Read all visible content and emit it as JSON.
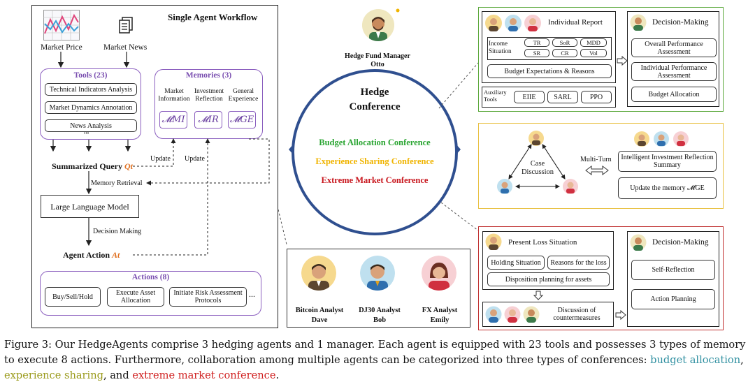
{
  "workflow": {
    "title": "Single Agent Workflow",
    "market_price": "Market Price",
    "market_news": "Market News",
    "tools_title": "Tools (23)",
    "tools": [
      "Technical Indicators Analysis",
      "Market Dynamics Annotation",
      "News Analysis"
    ],
    "tools_more": "•••",
    "memories_title": "Memories (3)",
    "memory_labels": [
      "Market Information",
      "Investment Reflection",
      "General Experience"
    ],
    "memory_symbols": [
      "𝓜MI",
      "𝓜IR",
      "𝓜GE"
    ],
    "update1": "Update",
    "update2": "Update",
    "summarized_query": "Summarized Query",
    "summarized_query_var": "Qt",
    "memory_retrieval": "Memory Retrieval",
    "llm": "Large Language Model",
    "decision_making": "Decision Making",
    "agent_action": "Agent Action",
    "agent_action_var": "At",
    "actions_title": "Actions (8)",
    "actions": [
      "Buy/Sell/Hold",
      "Execute Asset Allocation",
      "Initiate Risk Assessment Protocols"
    ],
    "actions_more": "..."
  },
  "center": {
    "manager_label": "Hedge Fund Manager",
    "manager_name": "Otto",
    "conference_title_1": "Hedge",
    "conference_title_2": "Conference",
    "budget": "Budget Allocation Conference",
    "experience": "Experience Sharing Conference",
    "extreme": "Extreme Market Conference",
    "colors": {
      "budget": "#2aa532",
      "experience": "#f0b400",
      "extreme": "#c8161d",
      "circle": "#2f4f8f"
    }
  },
  "analysts": [
    {
      "role": "Bitcoin Analyst",
      "name": "Dave"
    },
    {
      "role": "DJ30 Analyst",
      "name": "Bob"
    },
    {
      "role": "FX Analyst",
      "name": "Emily"
    }
  ],
  "budget_panel": {
    "individual_report": "Individual Report",
    "income_situation": "Income Situation",
    "metrics": [
      "TR",
      "SoR",
      "MDD",
      "SR",
      "CR",
      "Vol"
    ],
    "budget_expectations": "Budget Expectations & Reasons",
    "auxiliary_tools": "Auxiliary Tools",
    "tools": [
      "EIIE",
      "SARL",
      "PPO"
    ],
    "decision_title": "Decision-Making",
    "decisions": [
      "Overall Performance Assessment",
      "Individual Performance Assessment",
      "Budget Allocation"
    ]
  },
  "experience_panel": {
    "case_discussion": "Case Discussion",
    "multi_turn": "Multi-Turn",
    "summary": "Intelligent Investment Reflection Summary",
    "update_memory": "Update the memory 𝓜GE"
  },
  "extreme_panel": {
    "present_loss": "Present Loss Situation",
    "holding": "Holding Situation",
    "reasons": "Reasons for the loss",
    "disposition": "Disposition planning for assets",
    "discussion": "Discussion of countermeasures",
    "decision_title": "Decision-Making",
    "decisions": [
      "Self-Reflection",
      "Action Planning"
    ]
  },
  "caption": {
    "part1": "Figure 3: Our HedgeAgents comprise 3 hedging agents and 1 manager. Each agent is equipped with 23 tools and possesses 3 types of memory to execute 8 actions. Furthermore, collaboration among multiple agents can be categorized into three types of conferences: ",
    "budget": "budget allocation",
    "sep1": ", ",
    "experience": "experience sharing",
    "sep2": ", and ",
    "extreme": "extreme market conference",
    "end": "."
  }
}
